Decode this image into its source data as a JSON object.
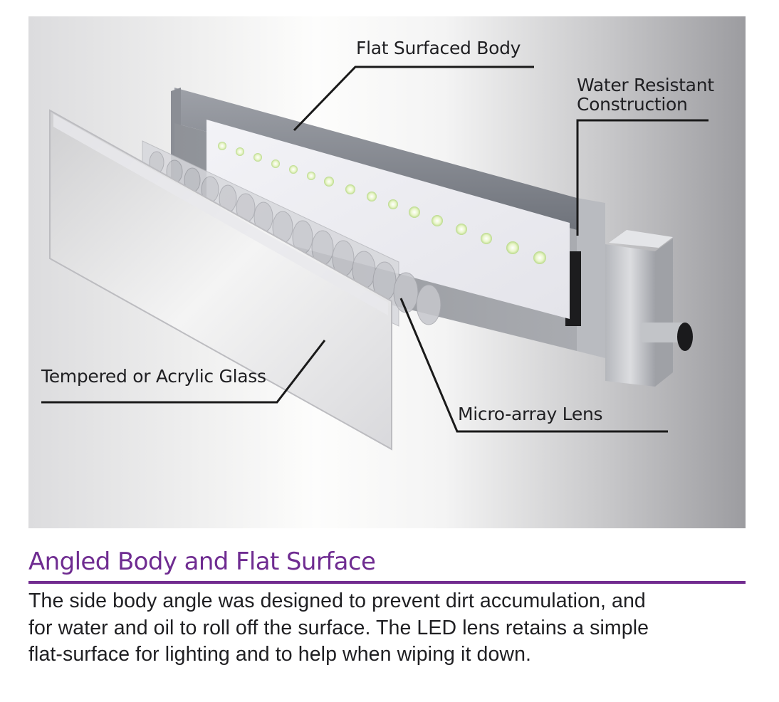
{
  "figure": {
    "subject": "LED light bar exploded view",
    "background_colors": [
      "#dcdcde",
      "#fdfdfc",
      "#9c9ca0"
    ],
    "callouts": {
      "flat_surfaced_body": "Flat Surfaced Body",
      "water_resistant_line1": "Water Resistant",
      "water_resistant_line2": "Construction",
      "tempered_glass": "Tempered or Acrylic Glass",
      "micro_array_lens": "Micro-array Lens"
    }
  },
  "section": {
    "heading": "Angled Body and Flat Surface",
    "heading_color": "#6f2c91",
    "rule_color": "#722c90",
    "body_lines": [
      "The side body angle was designed to prevent dirt accumulation, and",
      "for water and oil to roll off the surface.  The LED lens retains a simple",
      "flat-surface for lighting and to help when wiping it down."
    ]
  }
}
